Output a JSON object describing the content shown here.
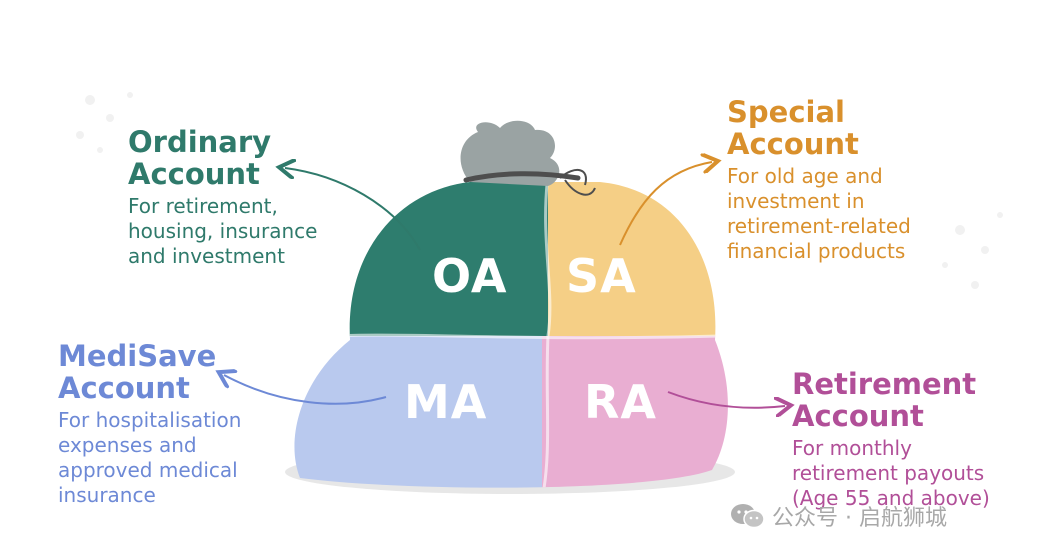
{
  "accounts": {
    "oa": {
      "abbr": "OA",
      "title_line1": "Ordinary",
      "title_line2": "Account",
      "desc": [
        "For retirement,",
        "housing, insurance",
        "and investment"
      ],
      "color": "#2f7a6b",
      "fill": "#2e7d6e"
    },
    "sa": {
      "abbr": "SA",
      "title_line1": "Special",
      "title_line2": "Account",
      "desc": [
        "For old age and",
        "investment in",
        "retirement-related",
        "financial products"
      ],
      "color": "#d9902c",
      "fill": "#f5cf86"
    },
    "ma": {
      "abbr": "MA",
      "title_line1": "MediSave",
      "title_line2": "Account",
      "desc": [
        "For hospitalisation",
        "expenses and",
        "approved medical",
        "insurance"
      ],
      "color": "#6d89d6",
      "fill": "#b9c9ee"
    },
    "ra": {
      "abbr": "RA",
      "title_line1": "Retirement",
      "title_line2": "Account",
      "desc": [
        "For monthly",
        "retirement payouts",
        "(Age 55 and above)"
      ],
      "color": "#b14f98",
      "fill": "#e9aed2"
    }
  },
  "watermark": {
    "text": "公众号 · 启航狮城",
    "icon": "wechat-icon"
  },
  "colors": {
    "bag_knot": "#9aa3a3",
    "tie": "#5a5a5a",
    "shadow": "#e4e4e4"
  }
}
